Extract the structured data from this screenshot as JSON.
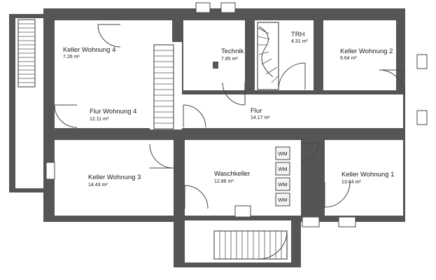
{
  "plan": {
    "rooms": [
      {
        "name": "Keller Wohnung 4",
        "area": "7.26 m²"
      },
      {
        "name": "Technik",
        "area": "7.85 m²"
      },
      {
        "name": "TRH",
        "area": "4.31 m²"
      },
      {
        "name": "Keller Wohnung 2",
        "area": "9.64 m²"
      },
      {
        "name": "Flur Wohnung 4",
        "area": "12.11 m²"
      },
      {
        "name": "Flur",
        "area": "14.17 m²"
      },
      {
        "name": "Keller Wohnung 3",
        "area": "14.43 m²"
      },
      {
        "name": "Waschkeller",
        "area": "12.86 m²"
      },
      {
        "name": "Keller Wohnung 1",
        "area": "13.64 m²"
      }
    ],
    "appliances": [
      "WM",
      "WM",
      "WM",
      "WM"
    ]
  }
}
